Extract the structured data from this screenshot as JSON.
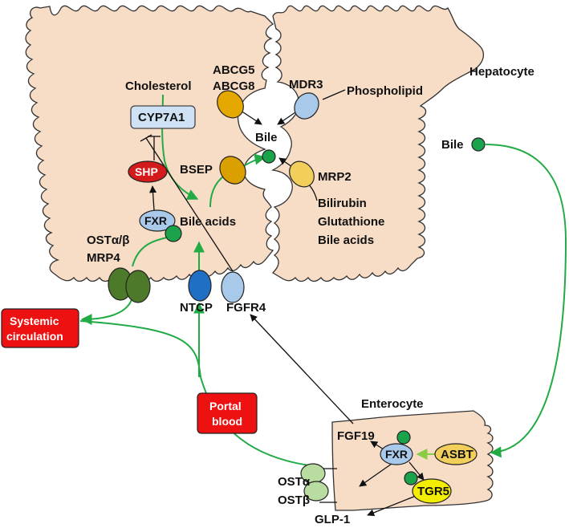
{
  "labels": {
    "hepatocyte": "Hepatocyte",
    "cholesterol": "Cholesterol",
    "cyp7a1": "CYP7A1",
    "shp": "SHP",
    "fxr_liver": "FXR",
    "bile_acids_liver": "Bile acids",
    "abcg5": "ABCG5",
    "abcg8": "ABCG8",
    "mdr3": "MDR3",
    "phospholipid": "Phospholipid",
    "bile_canaliculus": "Bile",
    "bsep": "BSEP",
    "mrp2": "MRP2",
    "bilirubin": "Bilirubin",
    "glutathione": "Glutathione",
    "bile_acids_mrp2": "Bile acids",
    "bile_right": "Bile",
    "ost_ab": "OSTα/β",
    "mrp4": "MRP4",
    "ntcp": "NTCP",
    "fgfr4": "FGFR4",
    "systemic_line1": "Systemic",
    "systemic_line2": "circulation",
    "portal_line1": "Portal",
    "portal_line2": "blood",
    "enterocyte": "Enterocyte",
    "fgf19": "FGF19",
    "fxr_gut": "FXR",
    "asbt": "ASBT",
    "tgr5": "TGR5",
    "ost_alpha": "OSTα",
    "ost_beta": "OSTβ",
    "glp1": "GLP-1"
  },
  "colors": {
    "cell_fill": "#f7dcc6",
    "bile_acid_dot": "#1aa34a",
    "arrow_green": "#22aa44",
    "arrow_light_green": "#88cc44",
    "red_box": "#ee1111",
    "transporter_blue": "#a9c9ea",
    "transporter_gold": "#e5a800",
    "transporter_dark_green": "#4d7a2a",
    "transporter_light_green": "#b9dca0",
    "ntcp_blue": "#1f6fc4",
    "shp_red": "#d41b1b",
    "tgr5_yellow": "#f3ee00"
  }
}
